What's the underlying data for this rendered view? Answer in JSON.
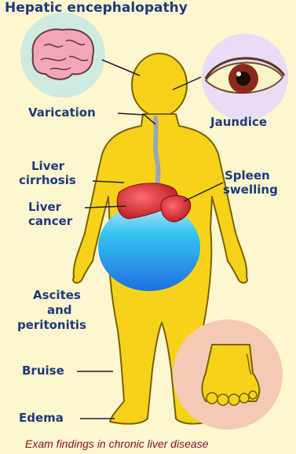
{
  "title": "Hepatic encephalopathy",
  "labels": {
    "varication": "Varication",
    "jaundice": "Jaundice",
    "liver_cirrhosis_1": "Liver",
    "liver_cirrhosis_2": "cirrhosis",
    "spleen_1": "Spleen",
    "spleen_2": "swelling",
    "liver_cancer_1": "Liver",
    "liver_cancer_2": "cancer",
    "ascites_1": "Ascites",
    "ascites_2": "and",
    "ascites_3": "peritonitis",
    "bruise": "Bruise",
    "edema": "Edema"
  },
  "caption": "Exam findings in chronic liver disease",
  "colors": {
    "background": "#fdf6cf",
    "body": "#f7d21b",
    "body_outline": "#7a6400",
    "label": "#1f3a7a",
    "caption": "#8a0d2e",
    "liver": "#d6232f",
    "ascites_top": "#35c4f0",
    "ascites_bottom": "#1f6fe0",
    "circle": "#f6c9b5"
  }
}
